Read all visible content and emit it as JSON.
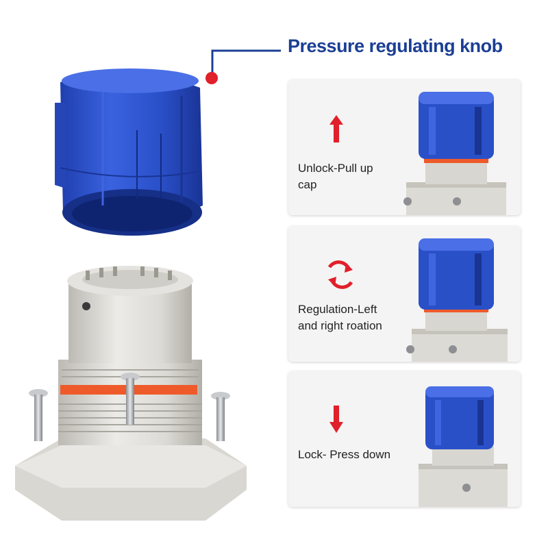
{
  "header": {
    "title": "Pressure regulating knob"
  },
  "colors": {
    "accent_blue": "#1c3f94",
    "knob_blue": "#2a50c8",
    "marker_red": "#e0202a",
    "seal_orange": "#ee5a2a"
  },
  "steps": [
    {
      "label_line1": "Unlock-Pull up",
      "label_line2": "cap",
      "icon": "arrow-up-icon"
    },
    {
      "label_line1": "Regulation-Left",
      "label_line2": "and right roation",
      "icon": "rotate-icon"
    },
    {
      "label_line1": "Lock- Press down",
      "label_line2": "",
      "icon": "arrow-down-icon"
    }
  ]
}
